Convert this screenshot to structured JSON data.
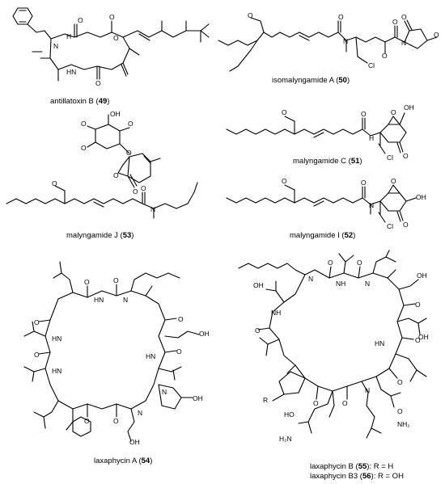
{
  "compounds": [
    {
      "name": "antillatoxin B",
      "number": "49"
    },
    {
      "name": "isomalyngamide A",
      "number": "50"
    },
    {
      "name": "malyngamide C",
      "number": "51"
    },
    {
      "name": "malyngamide J",
      "number": "53"
    },
    {
      "name": "malyngamide I",
      "number": "52"
    },
    {
      "name": "laxaphycin A",
      "number": "54"
    },
    {
      "name": "laxaphycin B",
      "number": "55",
      "suffix": ": R = H"
    },
    {
      "name": "laxaphycin B3",
      "number": "56",
      "suffix": ": R = OH"
    }
  ],
  "atoms": {
    "N": "N",
    "H": "H",
    "O": "O",
    "HN": "HN",
    "NH": "NH",
    "OH": "OH",
    "HO": "HO",
    "Cl": "Cl",
    "NH2": "NH₂",
    "H2N": "H₂N",
    "R": "R"
  }
}
